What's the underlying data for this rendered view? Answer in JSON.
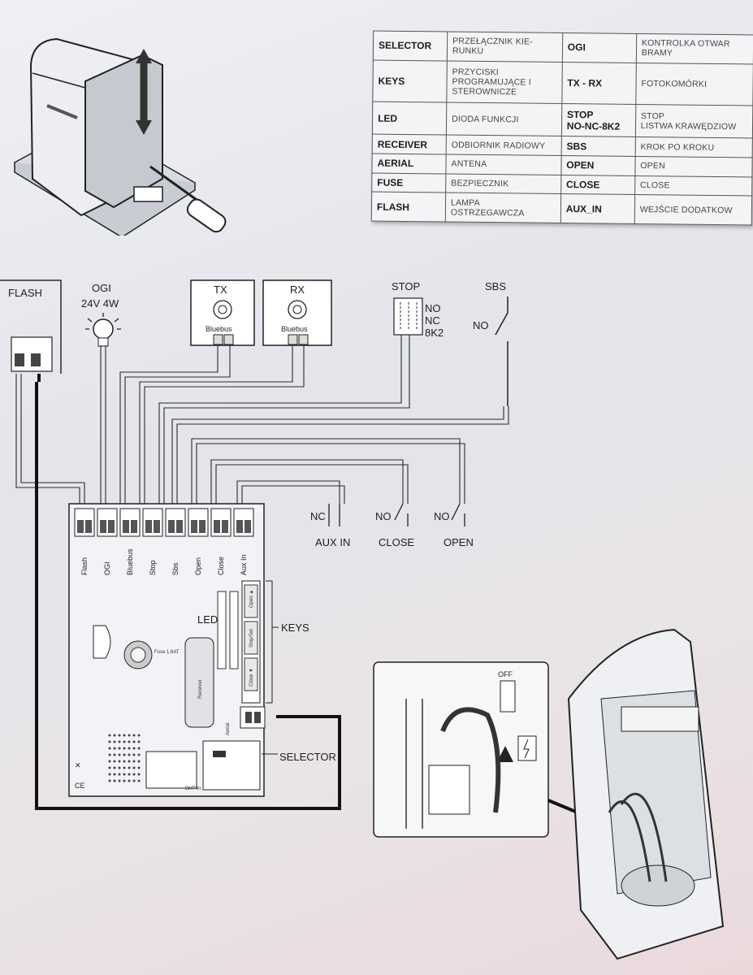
{
  "legend": [
    {
      "key": "SELECTOR",
      "value": "PRZEŁĄCZNIK KIE-\nRUNKU",
      "key2": "OGI",
      "value2": "KONTROLKA OTWAR\nBRAMY"
    },
    {
      "key": "KEYS",
      "value": "PRZYCISKI\nPROGRAMUJĄCE I\nSTEROWNICZE",
      "key2": "TX - RX",
      "value2": "FOTOKOMÓRKI"
    },
    {
      "key": "LED",
      "value": "DIODA FUNKCJI",
      "key2": "STOP\nNO-NC-8K2",
      "value2": "STOP\nLISTWA KRAWĘDZIOW"
    },
    {
      "key": "RECEIVER",
      "value": "ODBIORNIK RADIOWY",
      "key2": "SBS",
      "value2": "KROK PO KROKU"
    },
    {
      "key": "AERIAL",
      "value": "ANTENA",
      "key2": "OPEN",
      "value2": "OPEN"
    },
    {
      "key": "FUSE",
      "value": "BEZPIECZNIK",
      "key2": "CLOSE",
      "value2": "CLOSE"
    },
    {
      "key": "FLASH",
      "value": "LAMPA\nOSTRZEGAWCZA",
      "key2": "AUX_IN",
      "value2": "WEJŚCIE DODATKOW"
    }
  ],
  "devices": {
    "flash": "FLASH",
    "ogi": "OGI",
    "ogi_spec": "24V 4W",
    "tx": "TX",
    "rx": "RX",
    "bluebus": "Bluebus",
    "stop": "STOP",
    "stop_no": "NO",
    "stop_nc": "NC",
    "stop_8k2": "8K2",
    "sbs": "SBS",
    "sbs_no": "NO",
    "nc": "NC",
    "no": "NO",
    "aux_in": "AUX IN",
    "close": "CLOSE",
    "open": "OPEN"
  },
  "terminals": [
    "Flash",
    "OGI",
    "Bluebus",
    "Stop",
    "Sbs",
    "Open",
    "Close",
    "Aux In"
  ],
  "board": {
    "led": "LED",
    "keys": "KEYS",
    "selector": "SELECTOR",
    "key_open": "Open ▲",
    "key_stop": "Stop/Set",
    "key_close": "Close ▼",
    "fuse": "Fuse\n1,6AT",
    "receiver": "Receiver",
    "aerial": "Aerial",
    "bmt": "BMT4n"
  },
  "inset": {
    "off": "OFF"
  }
}
